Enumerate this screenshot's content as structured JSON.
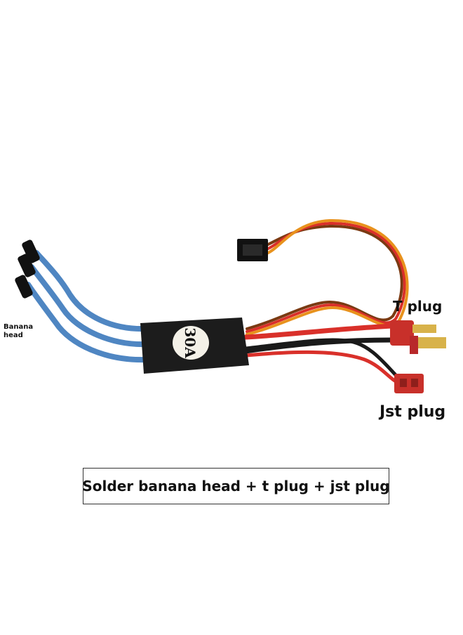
{
  "labels": {
    "banana_line1": "Banana",
    "banana_line2": "head",
    "t_plug": "T plug",
    "jst_plug": "Jst plug"
  },
  "esc": {
    "rating_text": "30A"
  },
  "caption": "Solder banana head + t plug + jst plug",
  "colors": {
    "wire_blue": "#4f86c2",
    "wire_red": "#d9302a",
    "wire_black": "#1a1a1a",
    "wire_orange": "#e8921d",
    "plug_red": "#c8302a",
    "esc_body": "#1c1c1c"
  }
}
